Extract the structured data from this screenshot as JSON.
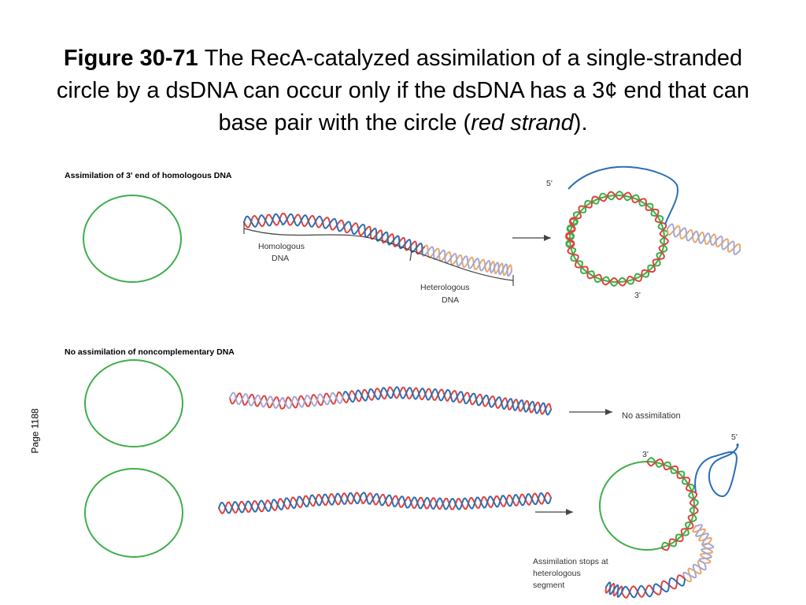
{
  "caption": {
    "label": "Figure 30-71",
    "text_main": "The RecA-catalyzed assimilation of a single-stranded circle by a dsDNA can occur only if the dsDNA has a 3¢ end that can base pair with the circle (",
    "text_italic": "red strand",
    "text_end": ")."
  },
  "page_number": "Page 1188",
  "panel_top": {
    "title": "Assimilation of 3' end of homologous DNA",
    "label_homologous": [
      "Homologous",
      "DNA"
    ],
    "label_heterologous": [
      "Heterologous",
      "DNA"
    ],
    "label_5prime": "5'",
    "label_3prime": "3'"
  },
  "panel_bottom": {
    "title": "No assimilation of noncomplementary DNA",
    "label_no_assimilation": "No assimilation",
    "label_5prime": "5'",
    "label_3prime": "3'",
    "label_stops": [
      "Assimilation stops at",
      "heterologous",
      "segment"
    ]
  },
  "colors": {
    "circle_strand": "#3fae49",
    "red_strand": "#e0433f",
    "blue_strand": "#2a6fb5",
    "tan_strand": "#e8a86a",
    "lavender_strand": "#a3a8d6",
    "line": "#444444"
  }
}
